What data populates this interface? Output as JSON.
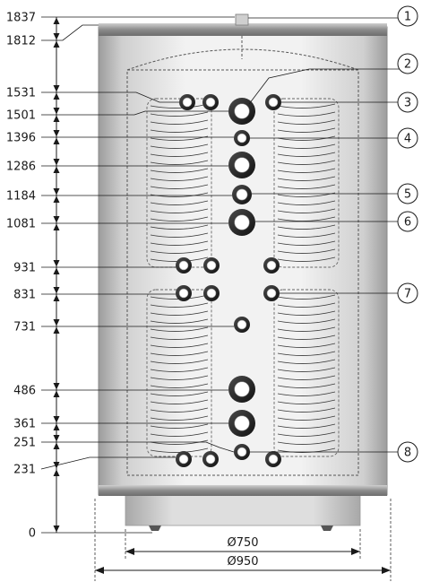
{
  "heights": {
    "unit": "mm",
    "labels": [
      "1837",
      "1812",
      "1531",
      "1501",
      "1396",
      "1286",
      "1184",
      "1081",
      "931",
      "831",
      "731",
      "486",
      "361",
      "251",
      "231",
      "0"
    ]
  },
  "diameters": {
    "inner": "Ø750",
    "outer": "Ø950"
  },
  "callouts": [
    "1",
    "2",
    "3",
    "4",
    "5",
    "6",
    "7",
    "8"
  ],
  "colors": {
    "line": "#1a1a1a",
    "tank_body": "#e6e6e6",
    "tank_edge": "#9a9a9a",
    "band": "#8a8a8a",
    "base": "#d8d8d8",
    "port_ring": "#2a2a2a",
    "port_fill": "#ffffff"
  }
}
